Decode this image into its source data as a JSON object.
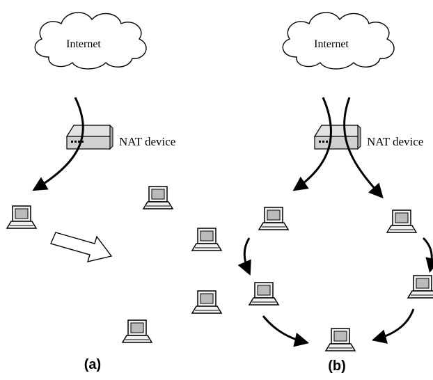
{
  "panels": [
    {
      "label": "(a)",
      "cloud_label": "Internet",
      "nat_label": "NAT device"
    },
    {
      "label": "(b)",
      "cloud_label": "Internet",
      "nat_label": "NAT device"
    }
  ],
  "colors": {
    "stroke": "#000000",
    "device_fill": "#c8c8c8",
    "screen_fill": "#b4b4b4"
  }
}
